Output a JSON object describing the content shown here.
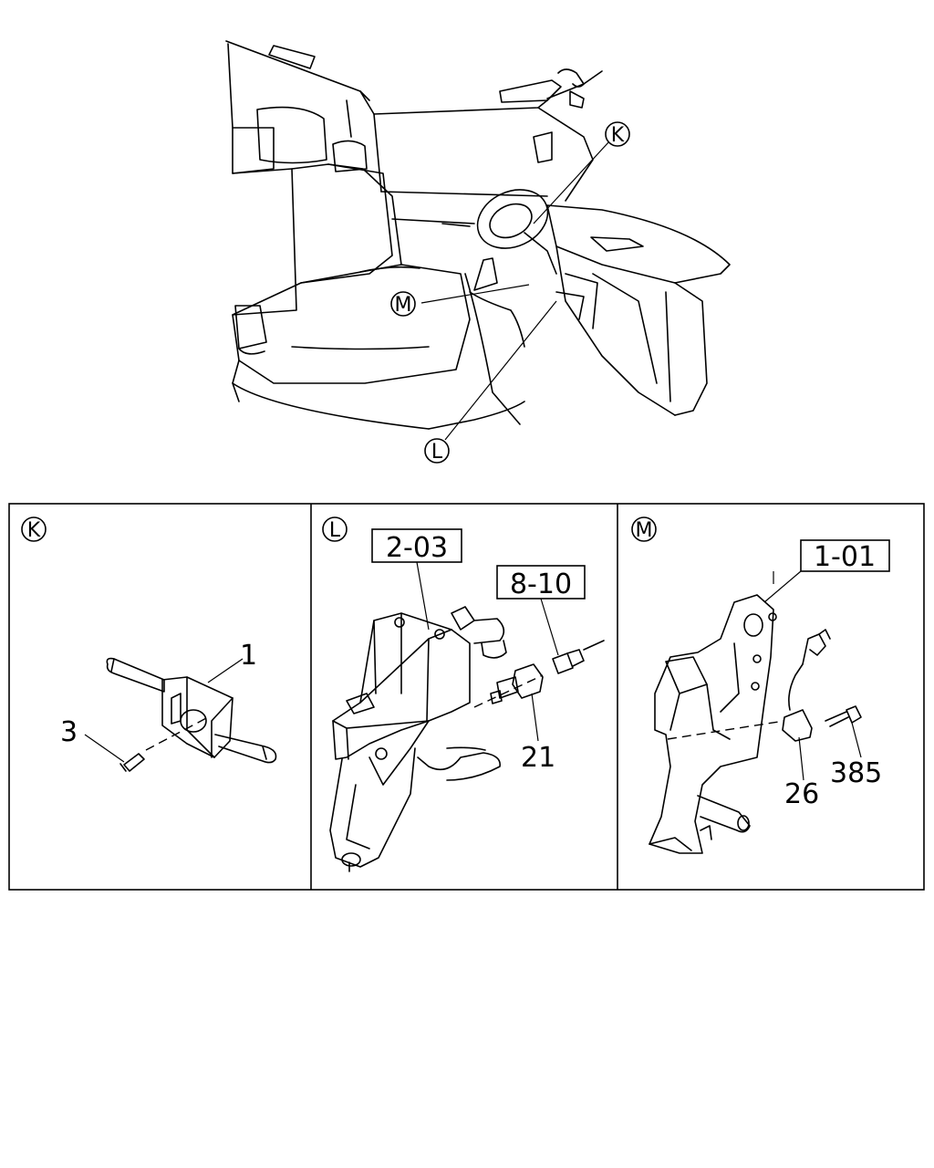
{
  "overview": {
    "callouts": [
      {
        "id": "k",
        "letter": "K"
      },
      {
        "id": "l",
        "letter": "L"
      },
      {
        "id": "m",
        "letter": "M"
      }
    ]
  },
  "panels": [
    {
      "id": "k",
      "letter": "K",
      "ref_boxes": [],
      "part_numbers": [
        "1",
        "3"
      ]
    },
    {
      "id": "l",
      "letter": "L",
      "ref_boxes": [
        "2-03",
        "8-10"
      ],
      "part_numbers": [
        "21"
      ]
    },
    {
      "id": "m",
      "letter": "M",
      "ref_boxes": [
        "1-01"
      ],
      "part_numbers": [
        "26",
        "385"
      ]
    }
  ]
}
